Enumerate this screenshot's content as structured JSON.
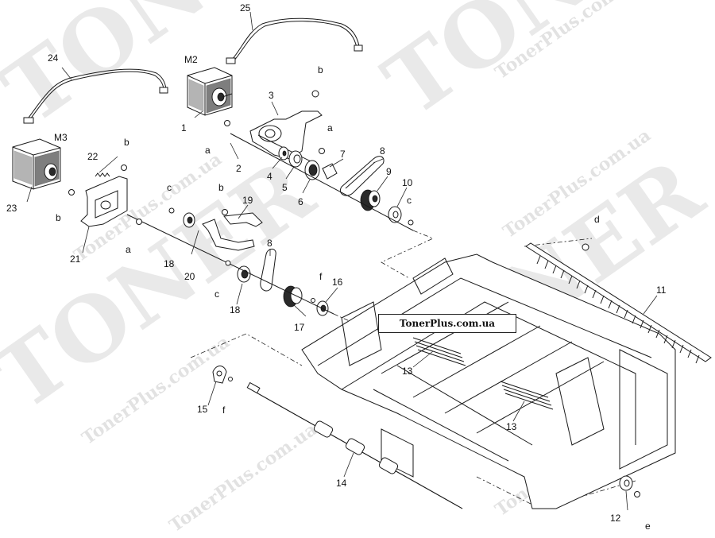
{
  "watermark": {
    "big_text": "TONER",
    "site_text": "TonerPlus.com.ua",
    "brand_box_text": "TonerPlus.com.ua"
  },
  "motors": {
    "m2": "M2",
    "m3": "M3"
  },
  "callouts": {
    "n1": "1",
    "n2": "2",
    "n3": "3",
    "n4": "4",
    "n5": "5",
    "n6": "6",
    "n7": "7",
    "n8a": "8",
    "n8b": "8",
    "n9": "9",
    "n10": "10",
    "n11": "11",
    "n12": "12",
    "n13a": "13",
    "n13b": "13",
    "n14": "14",
    "n15": "15",
    "n16": "16",
    "n17": "17",
    "n18a": "18",
    "n18b": "18",
    "n19": "19",
    "n20": "20",
    "n21": "21",
    "n22": "22",
    "n23": "23",
    "n24": "24",
    "n25": "25"
  },
  "screw_refs": {
    "a1": "a",
    "a2": "a",
    "a3": "a",
    "b1": "b",
    "b2": "b",
    "b3": "b",
    "b4": "b",
    "c1": "c",
    "c2": "c",
    "c3": "c",
    "d": "d",
    "e": "e",
    "f1": "f",
    "f2": "f"
  }
}
